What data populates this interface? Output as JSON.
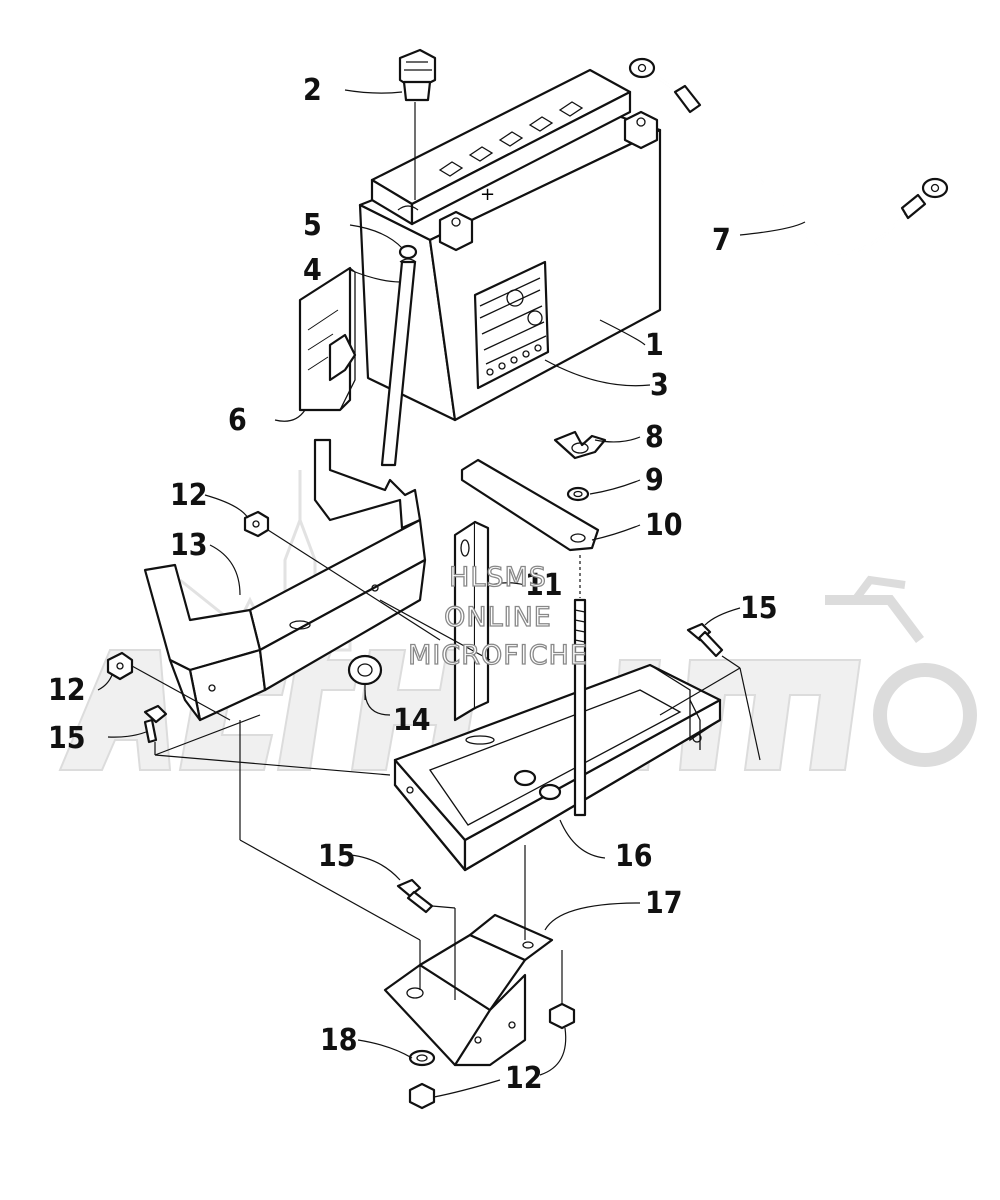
{
  "watermark": {
    "lines": [
      "HLSMS",
      "ONLINE",
      "MICROFICHE"
    ],
    "brand_logo": "Arctic Cat"
  },
  "callouts": [
    {
      "id": "callout-1",
      "label": "1"
    },
    {
      "id": "callout-2",
      "label": "2"
    },
    {
      "id": "callout-3",
      "label": "3"
    },
    {
      "id": "callout-4",
      "label": "4"
    },
    {
      "id": "callout-5",
      "label": "5"
    },
    {
      "id": "callout-6",
      "label": "6"
    },
    {
      "id": "callout-7",
      "label": "7"
    },
    {
      "id": "callout-8",
      "label": "8"
    },
    {
      "id": "callout-9",
      "label": "9"
    },
    {
      "id": "callout-10",
      "label": "10"
    },
    {
      "id": "callout-11",
      "label": "11"
    },
    {
      "id": "callout-12a",
      "label": "12"
    },
    {
      "id": "callout-12b",
      "label": "12"
    },
    {
      "id": "callout-12c",
      "label": "12"
    },
    {
      "id": "callout-13",
      "label": "13"
    },
    {
      "id": "callout-14",
      "label": "14"
    },
    {
      "id": "callout-15a",
      "label": "15"
    },
    {
      "id": "callout-15b",
      "label": "15"
    },
    {
      "id": "callout-15c",
      "label": "15"
    },
    {
      "id": "callout-16",
      "label": "16"
    },
    {
      "id": "callout-17",
      "label": "17"
    },
    {
      "id": "callout-18",
      "label": "18"
    }
  ],
  "battery_label": {
    "plus": "+"
  }
}
